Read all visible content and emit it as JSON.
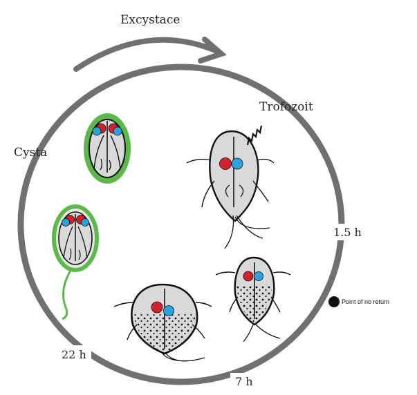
{
  "labels": {
    "excystation": "Excystace",
    "trophozoite": "Trofozoit",
    "cyst": "Cysta",
    "time_1_5h": "1.5 h",
    "time_7h": "7 h",
    "time_22h": "22 h",
    "point_of_no_return": "Point of no return"
  },
  "colors": {
    "ring": "#707070",
    "cyst_wall": "#5cb848",
    "nucleus_red": "#d4202c",
    "nucleus_blue": "#2aa4e0",
    "cell_fill": "#d9d9d9",
    "outline": "#111111"
  }
}
